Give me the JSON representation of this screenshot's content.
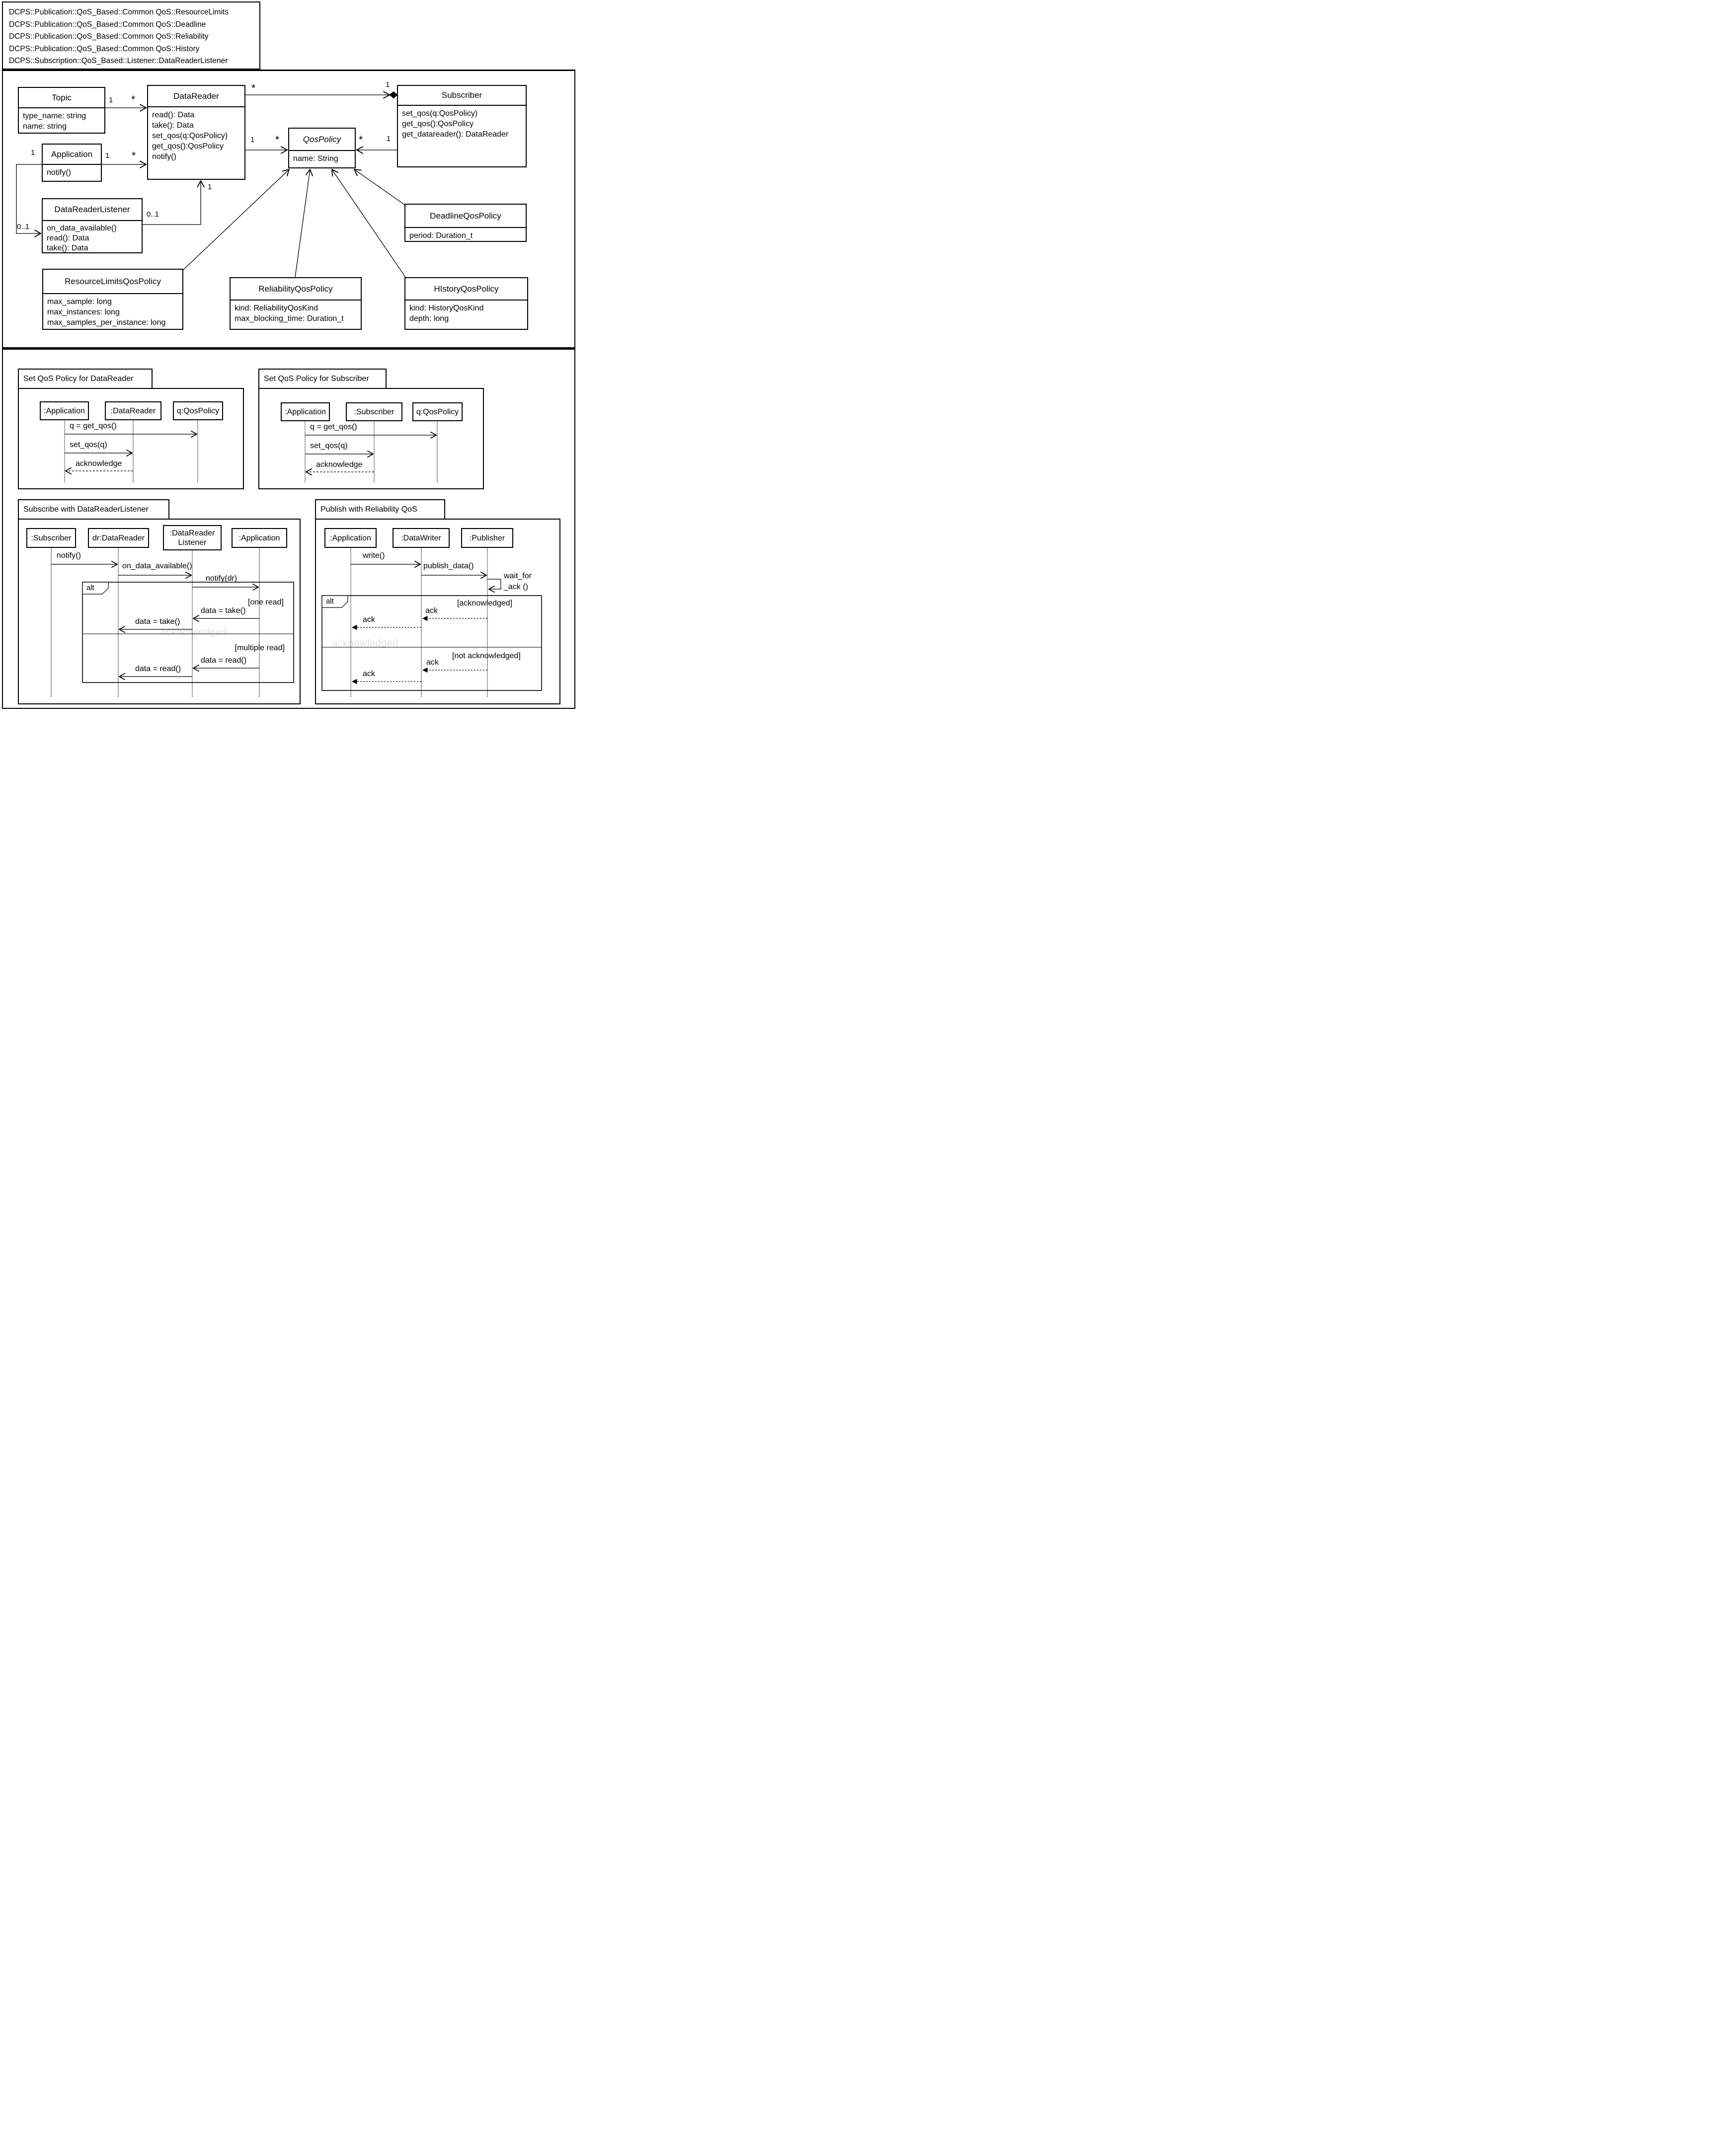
{
  "header": {
    "lines": [
      "DCPS::Publication::QoS_Based::Common QoS::ResourceLimits",
      "DCPS::Publication::QoS_Based::Common QoS::Deadline",
      "DCPS::Publication::QoS_Based::Common QoS::Reliability",
      "DCPS::Publication::QoS_Based::Common QoS::History",
      "DCPS::Subscription::QoS_Based::Listener::DataReaderListener"
    ]
  },
  "classes": {
    "topic": {
      "title": "Topic",
      "members": [
        "type_name: string",
        "name: string"
      ]
    },
    "datareader": {
      "title": "DataReader",
      "members": [
        "read(): Data",
        "take(): Data",
        "set_qos(q:QosPolicy)",
        "get_qos():QosPolicy",
        "notify()"
      ]
    },
    "subscriber": {
      "title": "Subscriber",
      "members": [
        "set_qos(q:QosPolicy)",
        "get_qos():QosPolicy",
        "get_datareader(): DataReader"
      ]
    },
    "qospolicy": {
      "title": "QosPolicy",
      "members": [
        "name: String"
      ]
    },
    "application": {
      "title": "Application",
      "members": [
        "notify()"
      ]
    },
    "listener": {
      "title": "DataReaderListener",
      "members": [
        "on_data_available()",
        "read(): Data",
        "take(): Data"
      ]
    },
    "deadline": {
      "title": "DeadlineQosPolicy",
      "members": [
        "period: Duration_t"
      ]
    },
    "resourcelimits": {
      "title": "ResourceLimitsQosPolicy",
      "members": [
        "max_sample: long",
        "max_instances: long",
        "max_samples_per_instance: long"
      ]
    },
    "reliability": {
      "title": "ReliabilityQosPolicy",
      "members": [
        "kind: ReliabilityQosKind",
        "max_blocking_time: Duration_t"
      ]
    },
    "history": {
      "title": "HIstoryQosPolicy",
      "members": [
        "kind: HistoryQosKind",
        "depth: long"
      ]
    }
  },
  "multiplicity": {
    "topic_dr_1": "1",
    "topic_dr_many": "*",
    "app_dr_1": "1",
    "app_dr_many": "*",
    "app_lsn_1": "1",
    "app_lsn_01": "0..1",
    "lsn_dr_01": "0..1",
    "lsn_dr_1": "1",
    "dr_qos_1": "1",
    "dr_qos_many": "*",
    "sub_qos_many": "*",
    "sub_qos_1": "1",
    "dr_sub_many": "*",
    "dr_sub_1": "1"
  },
  "seq_dr": {
    "title": "Set QoS Policy for DataReader",
    "lifelines": [
      ":Application",
      ":DataReader",
      "q:QosPolicy"
    ],
    "messages": [
      "q = get_qos()",
      "set_qos(q)",
      "acknowledge"
    ]
  },
  "seq_sub": {
    "title": "Set QoS Policy for Subscriber",
    "lifelines": [
      ":Application",
      ":Subscriber",
      "q:QosPolicy"
    ],
    "messages": [
      "q = get_qos()",
      "set_qos(q)",
      "acknowledge"
    ]
  },
  "seq_listen": {
    "title": "Subscribe with DataReaderListener",
    "lifelines": [
      ":Subscriber",
      "dr:DataReader",
      ":DataReader\nListener",
      ":Application"
    ],
    "messages": [
      "notify()",
      "on_data_available()",
      "notify(dr)"
    ],
    "alt": {
      "operator": "alt",
      "guard1": "[one read]",
      "guard2": "[multiple read]",
      "take": "data = take()",
      "read": "data = read()",
      "watermark": "acknowledged"
    }
  },
  "seq_pub": {
    "title": "Publish with Reliability QoS",
    "lifelines": [
      ":Application",
      ":DataWriter",
      ":Publisher"
    ],
    "messages": [
      "write()",
      "publish_data()"
    ],
    "self_message": [
      "wait_for",
      "_ack ()"
    ],
    "alt": {
      "operator": "alt",
      "guard1": "[acknowledged]",
      "guard2": "[not acknowledged]",
      "ack": "ack",
      "watermark": "acknowledged"
    }
  }
}
